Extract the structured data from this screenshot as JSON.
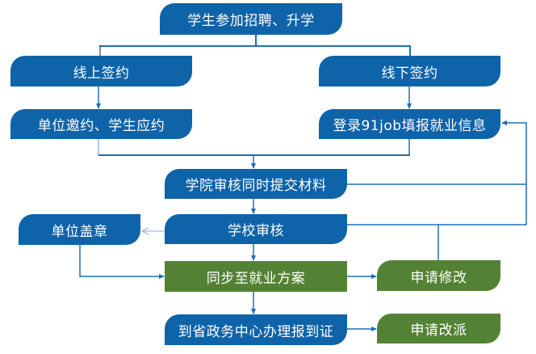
{
  "title": "就业签约流程图",
  "colors": {
    "primary_node": "#0f63a9",
    "secondary_node": "#548235",
    "connector": "#1f6fb4",
    "connector_light": "#8fb3dc",
    "text": "#ffffff"
  },
  "nodes": {
    "start": "学生参加招聘、升学",
    "online": "线上签约",
    "offline": "线下签约",
    "invite": "单位邀约、学生应约",
    "register": "登录91job填报就业信息",
    "college_review": "学院审核同时提交材料",
    "school_review": "学校审核",
    "stamp": "单位盖章",
    "sync": "同步至就业方案",
    "apply_modify": "申请修改",
    "certificate": "到省政务中心办理报到证",
    "apply_reassign": "申请改派"
  },
  "edges": [
    {
      "from": "start",
      "to": "online"
    },
    {
      "from": "start",
      "to": "offline"
    },
    {
      "from": "online",
      "to": "invite"
    },
    {
      "from": "offline",
      "to": "register"
    },
    {
      "from": "invite",
      "to": "college_review"
    },
    {
      "from": "register",
      "to": "college_review"
    },
    {
      "from": "college_review",
      "to": "school_review"
    },
    {
      "from": "college_review",
      "to": "register"
    },
    {
      "from": "school_review",
      "to": "stamp"
    },
    {
      "from": "school_review",
      "to": "sync"
    },
    {
      "from": "stamp",
      "to": "sync"
    },
    {
      "from": "sync",
      "to": "apply_modify"
    },
    {
      "from": "apply_modify",
      "to": "register"
    },
    {
      "from": "sync",
      "to": "certificate"
    },
    {
      "from": "certificate",
      "to": "apply_reassign"
    }
  ]
}
